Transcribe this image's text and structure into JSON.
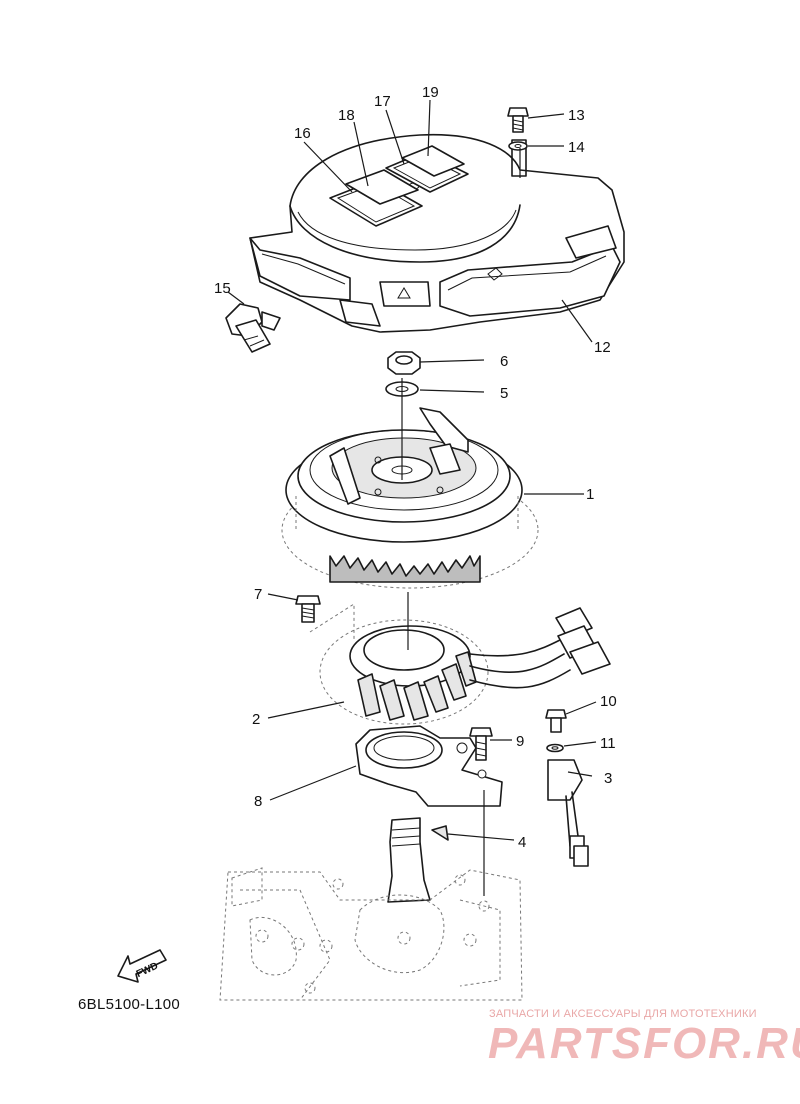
{
  "diagram": {
    "code": "6BL5100-L100",
    "direction_label": "FWD"
  },
  "callouts": [
    "1",
    "2",
    "3",
    "4",
    "5",
    "6",
    "7",
    "8",
    "9",
    "10",
    "11",
    "12",
    "13",
    "14",
    "15",
    "16",
    "17",
    "18",
    "19"
  ],
  "watermark": {
    "tagline": "ЗАПЧАСТИ И АКСЕССУАРЫ ДЛЯ МОТОТЕХНИКИ",
    "logo": "PARTSFOR.RU"
  }
}
